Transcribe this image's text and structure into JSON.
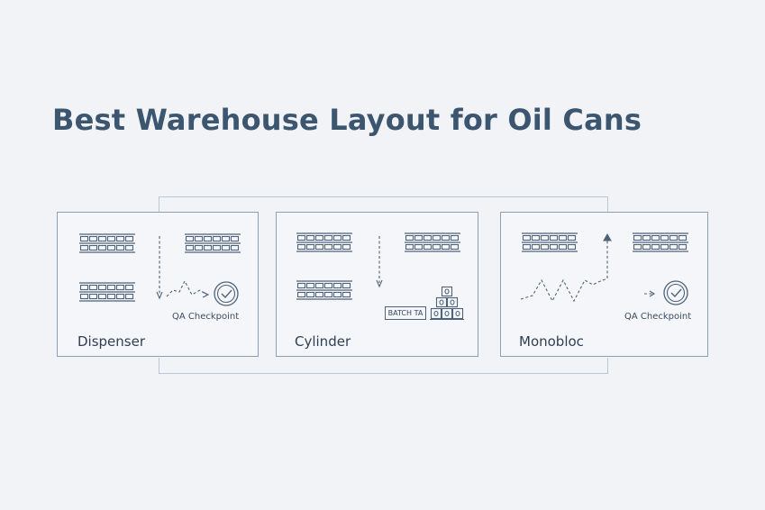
{
  "title": "Best Warehouse Layout for Oil Cans",
  "colors": {
    "background": "#f1f3f6",
    "title": "#3d5670",
    "panel_border": "#8aa0b6",
    "icon_stroke": "#4e6279",
    "connector": "#b9c6d3"
  },
  "panels": [
    {
      "label": "Dispenser",
      "checkpoint_label": "QA Checkpoint",
      "icons": [
        "rack-icon",
        "rack-icon",
        "rack-icon",
        "flow-arrow",
        "check-circle-icon"
      ]
    },
    {
      "label": "Cylinder",
      "batch_tag": "BATCH TA",
      "icons": [
        "rack-icon",
        "rack-icon",
        "rack-icon",
        "flow-arrow",
        "stacked-cans-icon"
      ]
    },
    {
      "label": "Monobloc",
      "checkpoint_label": "QA Checkpoint",
      "icons": [
        "rack-icon",
        "rack-icon",
        "zigzag-flow-arrow",
        "check-circle-icon"
      ]
    }
  ]
}
